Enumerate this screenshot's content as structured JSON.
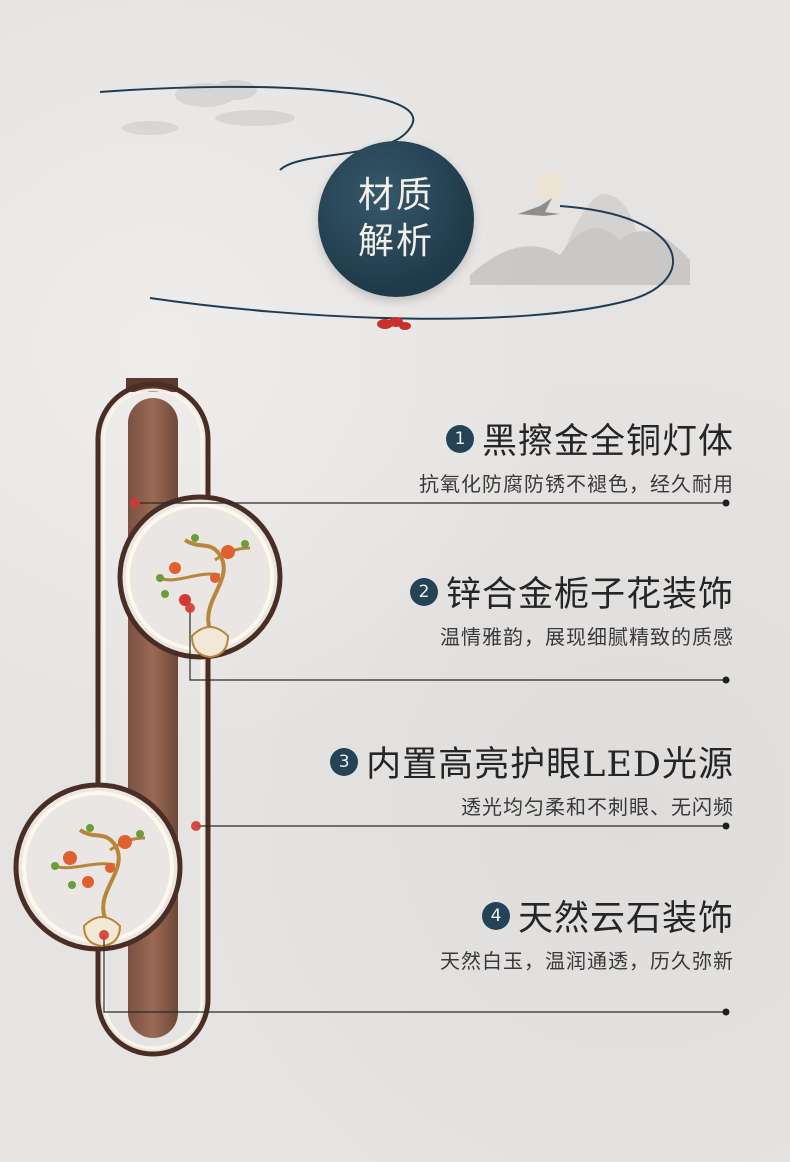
{
  "header": {
    "badge_line1": "材质",
    "badge_line2": "解析"
  },
  "features": [
    {
      "number": "1",
      "title": "黑擦金全铜灯体",
      "subtitle": "抗氧化防腐防锈不褪色，经久耐用"
    },
    {
      "number": "2",
      "title": "锌合金栀子花装饰",
      "subtitle": "温情雅韵，展现细腻精致的质感"
    },
    {
      "number": "3",
      "title": "内置高亮护眼LED光源",
      "subtitle": "透光均匀柔和不刺眼、无闪频"
    },
    {
      "number": "4",
      "title": "天然云石装饰",
      "subtitle": "天然白玉，温润通透，历久弥新"
    }
  ],
  "colors": {
    "badge": "#244357",
    "line": "#2b2a2a",
    "frame": "#5a3a2e",
    "accent_red": "#d33a32"
  }
}
